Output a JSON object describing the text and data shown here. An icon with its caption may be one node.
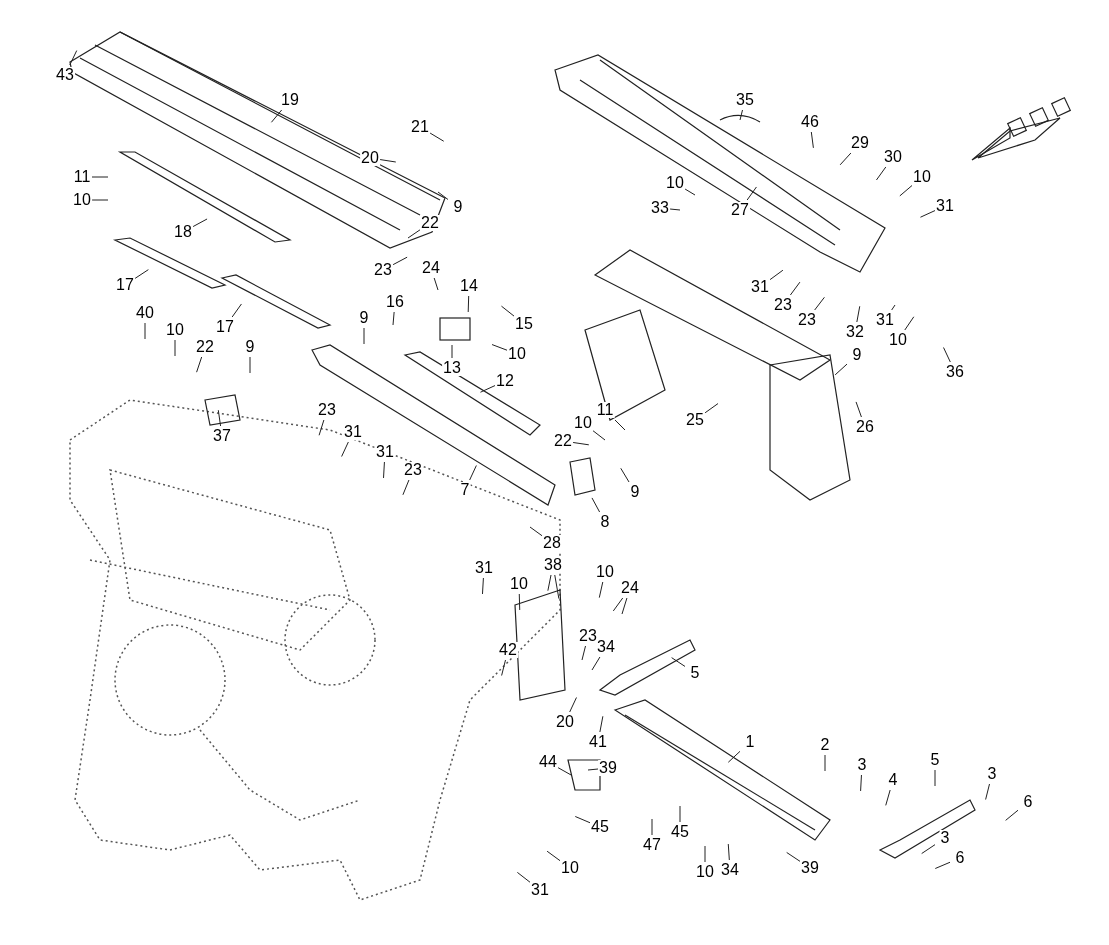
{
  "diagram": {
    "nodes": [
      {
        "text": [
          "43"
        ]
      },
      {
        "text": [
          "19"
        ]
      },
      {
        "text": [
          "21"
        ]
      },
      {
        "text": [
          "20"
        ]
      },
      {
        "text": [
          "9"
        ]
      },
      {
        "text": [
          "11"
        ]
      },
      {
        "text": [
          "10"
        ]
      },
      {
        "text": [
          "18"
        ]
      },
      {
        "text": [
          "22"
        ]
      },
      {
        "text": [
          "23"
        ]
      },
      {
        "text": [
          "24"
        ]
      },
      {
        "text": [
          "17"
        ]
      },
      {
        "text": [
          "17"
        ]
      },
      {
        "text": [
          "14"
        ]
      },
      {
        "text": [
          "16"
        ]
      },
      {
        "text": [
          "15"
        ]
      },
      {
        "text": [
          "40"
        ]
      },
      {
        "text": [
          "10"
        ]
      },
      {
        "text": [
          "22"
        ]
      },
      {
        "text": [
          "9"
        ]
      },
      {
        "text": [
          "9"
        ]
      },
      {
        "text": [
          "13"
        ]
      },
      {
        "text": [
          "10"
        ]
      },
      {
        "text": [
          "12"
        ]
      },
      {
        "text": [
          "37"
        ]
      },
      {
        "text": [
          "23"
        ]
      },
      {
        "text": [
          "31"
        ]
      },
      {
        "text": [
          "31"
        ]
      },
      {
        "text": [
          "23"
        ]
      },
      {
        "text": [
          "7"
        ]
      },
      {
        "text": [
          "28"
        ]
      },
      {
        "text": [
          "35"
        ]
      },
      {
        "text": [
          "46"
        ]
      },
      {
        "text": [
          "29"
        ]
      },
      {
        "text": [
          "30"
        ]
      },
      {
        "text": [
          "10"
        ]
      },
      {
        "text": [
          "31"
        ]
      },
      {
        "text": [
          "10"
        ]
      },
      {
        "text": [
          "33"
        ]
      },
      {
        "text": [
          "27"
        ]
      },
      {
        "text": [
          "31"
        ]
      },
      {
        "text": [
          "23"
        ]
      },
      {
        "text": [
          "23"
        ]
      },
      {
        "text": [
          "32"
        ]
      },
      {
        "text": [
          "31"
        ]
      },
      {
        "text": [
          "10"
        ]
      },
      {
        "text": [
          "36"
        ]
      },
      {
        "text": [
          "9"
        ]
      },
      {
        "text": [
          "26"
        ]
      },
      {
        "text": [
          "25"
        ]
      },
      {
        "text": [
          "10"
        ]
      },
      {
        "text": [
          "11"
        ]
      },
      {
        "text": [
          "22"
        ]
      },
      {
        "text": [
          "9"
        ]
      },
      {
        "text": [
          "8"
        ]
      },
      {
        "text": [
          "38"
        ]
      },
      {
        "text": [
          "31"
        ]
      },
      {
        "text": [
          "10"
        ]
      },
      {
        "text": [
          "10"
        ]
      },
      {
        "text": [
          "24"
        ]
      },
      {
        "text": [
          "23"
        ]
      },
      {
        "text": [
          "34"
        ]
      },
      {
        "text": [
          "5"
        ]
      },
      {
        "text": [
          "42"
        ]
      },
      {
        "text": [
          "20"
        ]
      },
      {
        "text": [
          "41"
        ]
      },
      {
        "text": [
          "39"
        ]
      },
      {
        "text": [
          "1"
        ]
      },
      {
        "text": [
          "2"
        ]
      },
      {
        "text": [
          "3"
        ]
      },
      {
        "text": [
          "4"
        ]
      },
      {
        "text": [
          "5"
        ]
      },
      {
        "text": [
          "3"
        ]
      },
      {
        "text": [
          "6"
        ]
      },
      {
        "text": [
          "3"
        ]
      },
      {
        "text": [
          "6"
        ]
      },
      {
        "text": [
          "44"
        ]
      },
      {
        "text": [
          "45"
        ]
      },
      {
        "text": [
          "47"
        ]
      },
      {
        "text": [
          "45"
        ]
      },
      {
        "text": [
          "10"
        ]
      },
      {
        "text": [
          "10"
        ]
      },
      {
        "text": [
          "34"
        ]
      },
      {
        "text": [
          "39"
        ]
      },
      {
        "text": [
          "31"
        ]
      }
    ],
    "edges": [
      {
        "from": 0,
        "to": null,
        "arrow": "none"
      },
      {
        "from": 1,
        "to": null,
        "arrow": "none"
      },
      {
        "from": 2,
        "to": null,
        "arrow": "none"
      },
      {
        "from": 3,
        "to": null,
        "arrow": "none"
      },
      {
        "from": 4,
        "to": null,
        "arrow": "none"
      },
      {
        "from": 5,
        "to": null,
        "arrow": "none"
      },
      {
        "from": 6,
        "to": null,
        "arrow": "none"
      },
      {
        "from": 7,
        "to": null,
        "arrow": "none"
      },
      {
        "from": 8,
        "to": null,
        "arrow": "none"
      },
      {
        "from": 9,
        "to": null,
        "arrow": "none"
      },
      {
        "from": 10,
        "to": null,
        "arrow": "none"
      },
      {
        "from": 11,
        "to": null,
        "arrow": "none"
      },
      {
        "from": 12,
        "to": null,
        "arrow": "none"
      },
      {
        "from": 13,
        "to": null,
        "arrow": "none"
      },
      {
        "from": 14,
        "to": null,
        "arrow": "none"
      },
      {
        "from": 15,
        "to": null,
        "arrow": "none"
      },
      {
        "from": 16,
        "to": null,
        "arrow": "none"
      },
      {
        "from": 17,
        "to": null,
        "arrow": "none"
      },
      {
        "from": 18,
        "to": null,
        "arrow": "none"
      },
      {
        "from": 19,
        "to": null,
        "arrow": "none"
      },
      {
        "from": 20,
        "to": null,
        "arrow": "none"
      },
      {
        "from": 21,
        "to": null,
        "arrow": "none"
      },
      {
        "from": 22,
        "to": null,
        "arrow": "none"
      },
      {
        "from": 23,
        "to": null,
        "arrow": "none"
      },
      {
        "from": 24,
        "to": null,
        "arrow": "none"
      },
      {
        "from": 25,
        "to": null,
        "arrow": "none"
      },
      {
        "from": 26,
        "to": null,
        "arrow": "none"
      },
      {
        "from": 27,
        "to": null,
        "arrow": "none"
      },
      {
        "from": 28,
        "to": null,
        "arrow": "none"
      },
      {
        "from": 29,
        "to": null,
        "arrow": "none"
      },
      {
        "from": 30,
        "to": null,
        "arrow": "none"
      },
      {
        "from": 31,
        "to": null,
        "arrow": "none"
      },
      {
        "from": 32,
        "to": null,
        "arrow": "none"
      },
      {
        "from": 33,
        "to": null,
        "arrow": "none"
      },
      {
        "from": 34,
        "to": null,
        "arrow": "none"
      },
      {
        "from": 35,
        "to": null,
        "arrow": "none"
      },
      {
        "from": 36,
        "to": null,
        "arrow": "none"
      },
      {
        "from": 37,
        "to": null,
        "arrow": "none"
      },
      {
        "from": 38,
        "to": null,
        "arrow": "none"
      },
      {
        "from": 39,
        "to": null,
        "arrow": "none"
      },
      {
        "from": 40,
        "to": null,
        "arrow": "none"
      },
      {
        "from": 41,
        "to": null,
        "arrow": "none"
      },
      {
        "from": 42,
        "to": null,
        "arrow": "none"
      },
      {
        "from": 43,
        "to": null,
        "arrow": "none"
      },
      {
        "from": 44,
        "to": null,
        "arrow": "none"
      },
      {
        "from": 45,
        "to": null,
        "arrow": "none"
      },
      {
        "from": 46,
        "to": null,
        "arrow": "none"
      },
      {
        "from": 47,
        "to": null,
        "arrow": "none"
      },
      {
        "from": 48,
        "to": null,
        "arrow": "none"
      },
      {
        "from": 49,
        "to": null,
        "arrow": "none"
      },
      {
        "from": 50,
        "to": null,
        "arrow": "none"
      },
      {
        "from": 51,
        "to": null,
        "arrow": "none"
      },
      {
        "from": 52,
        "to": null,
        "arrow": "none"
      },
      {
        "from": 53,
        "to": null,
        "arrow": "none"
      },
      {
        "from": 54,
        "to": null,
        "arrow": "none"
      },
      {
        "from": 55,
        "to": null,
        "arrow": "none"
      },
      {
        "from": 55,
        "to": null,
        "arrow": "none"
      },
      {
        "from": 56,
        "to": null,
        "arrow": "none"
      },
      {
        "from": 57,
        "to": null,
        "arrow": "none"
      },
      {
        "from": 58,
        "to": null,
        "arrow": "none"
      },
      {
        "from": 59,
        "to": null,
        "arrow": "none"
      },
      {
        "from": 59,
        "to": null,
        "arrow": "none"
      },
      {
        "from": 60,
        "to": null,
        "arrow": "none"
      },
      {
        "from": 61,
        "to": null,
        "arrow": "none"
      },
      {
        "from": 62,
        "to": null,
        "arrow": "none"
      },
      {
        "from": 63,
        "to": null,
        "arrow": "none"
      },
      {
        "from": 64,
        "to": null,
        "arrow": "none"
      },
      {
        "from": 65,
        "to": null,
        "arrow": "none"
      },
      {
        "from": 66,
        "to": null,
        "arrow": "none"
      },
      {
        "from": 67,
        "to": null,
        "arrow": "none"
      },
      {
        "from": 68,
        "to": null,
        "arrow": "none"
      },
      {
        "from": 69,
        "to": null,
        "arrow": "none"
      },
      {
        "from": 70,
        "to": null,
        "arrow": "none"
      },
      {
        "from": 71,
        "to": null,
        "arrow": "none"
      },
      {
        "from": 72,
        "to": null,
        "arrow": "none"
      },
      {
        "from": 73,
        "to": null,
        "arrow": "none"
      },
      {
        "from": 74,
        "to": null,
        "arrow": "none"
      },
      {
        "from": 75,
        "to": null,
        "arrow": "none"
      },
      {
        "from": 76,
        "to": null,
        "arrow": "none"
      },
      {
        "from": 77,
        "to": null,
        "arrow": "none"
      },
      {
        "from": 78,
        "to": null,
        "arrow": "none"
      },
      {
        "from": 79,
        "to": null,
        "arrow": "none"
      },
      {
        "from": 80,
        "to": null,
        "arrow": "none"
      },
      {
        "from": 81,
        "to": null,
        "arrow": "none"
      },
      {
        "from": 82,
        "to": null,
        "arrow": "none"
      },
      {
        "from": 83,
        "to": null,
        "arrow": "none"
      },
      {
        "from": 84,
        "to": null,
        "arrow": "none"
      }
    ]
  }
}
